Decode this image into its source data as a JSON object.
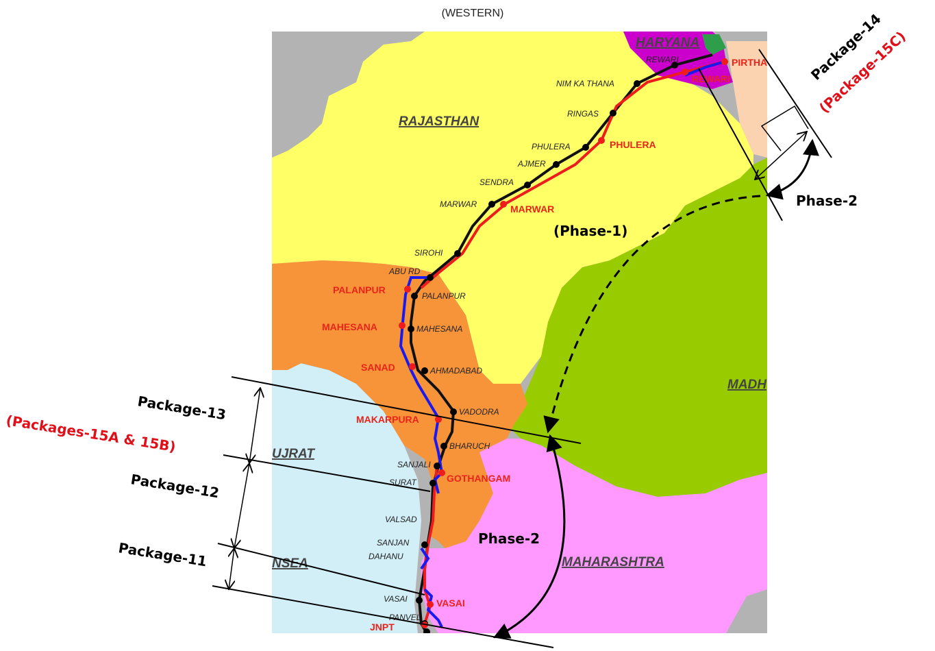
{
  "title": "(WESTERN)",
  "colors": {
    "rajasthan": "#ffff66",
    "gujarat": "#f7943a",
    "madhya": "#99cc00",
    "maharashtra": "#ff99ff",
    "haryana": "#cc00cc",
    "sea": "#d2eef7",
    "grey": "#b3b3b3",
    "peach": "#fbd3b0",
    "route_black": "#111111",
    "route_red": "#ee1c1c",
    "route_blue": "#1a1aee"
  },
  "regions": {
    "rajasthan": "RAJASTHAN",
    "gujarat": "UJRAT",
    "madhya": "MADH",
    "maharashtra": "MAHARASHTRA",
    "haryana": "HARYANA",
    "sea": "NSEA"
  },
  "stations_black": {
    "rewari": "REWARI",
    "nimkathana": "NIM KA THANA",
    "ringas": "RINGAS",
    "phulera": "PHULERA",
    "ajmer": "AJMER",
    "sendra": "SENDRA",
    "marwar": "MARWAR",
    "sirohi": "SIROHI",
    "aburoad": "ABU RD",
    "palanpur": "PALANPUR",
    "mahesana": "MAHESANA",
    "ahmadabad": "AHMADABAD",
    "vadodra": "VADODRA",
    "bharuch": "BHARUCH",
    "sanjali": "SANJALI",
    "surat": "SURAT",
    "valsad": "VALSAD",
    "sanjan": "SANJAN",
    "dahanu": "DAHANU",
    "vasai": "VASAI",
    "panvel": "PANVEL"
  },
  "stations_red": {
    "rewari": "REWARI",
    "pirthala": "PIRTHALA",
    "phulera": "PHULERA",
    "marwar": "MARWAR",
    "palanpur": "PALANPUR",
    "mahesana": "MAHESANA",
    "sanad": "SANAD",
    "makarpura": "MAKARPURA",
    "gothangam": "GOTHANGAM",
    "vasai": "VASAI",
    "jnpt": "JNPT"
  },
  "annotations": {
    "pkg14": "Package-14",
    "pkg15c": "(Package-15C)",
    "phase2_top": "Phase-2",
    "phase1": "(Phase-1)",
    "pkg13": "Package-13",
    "pkg15ab": "(Packages-15A & 15B)",
    "pkg12": "Package-12",
    "pkg11": "Package-11",
    "phase2_bottom": "Phase-2"
  }
}
